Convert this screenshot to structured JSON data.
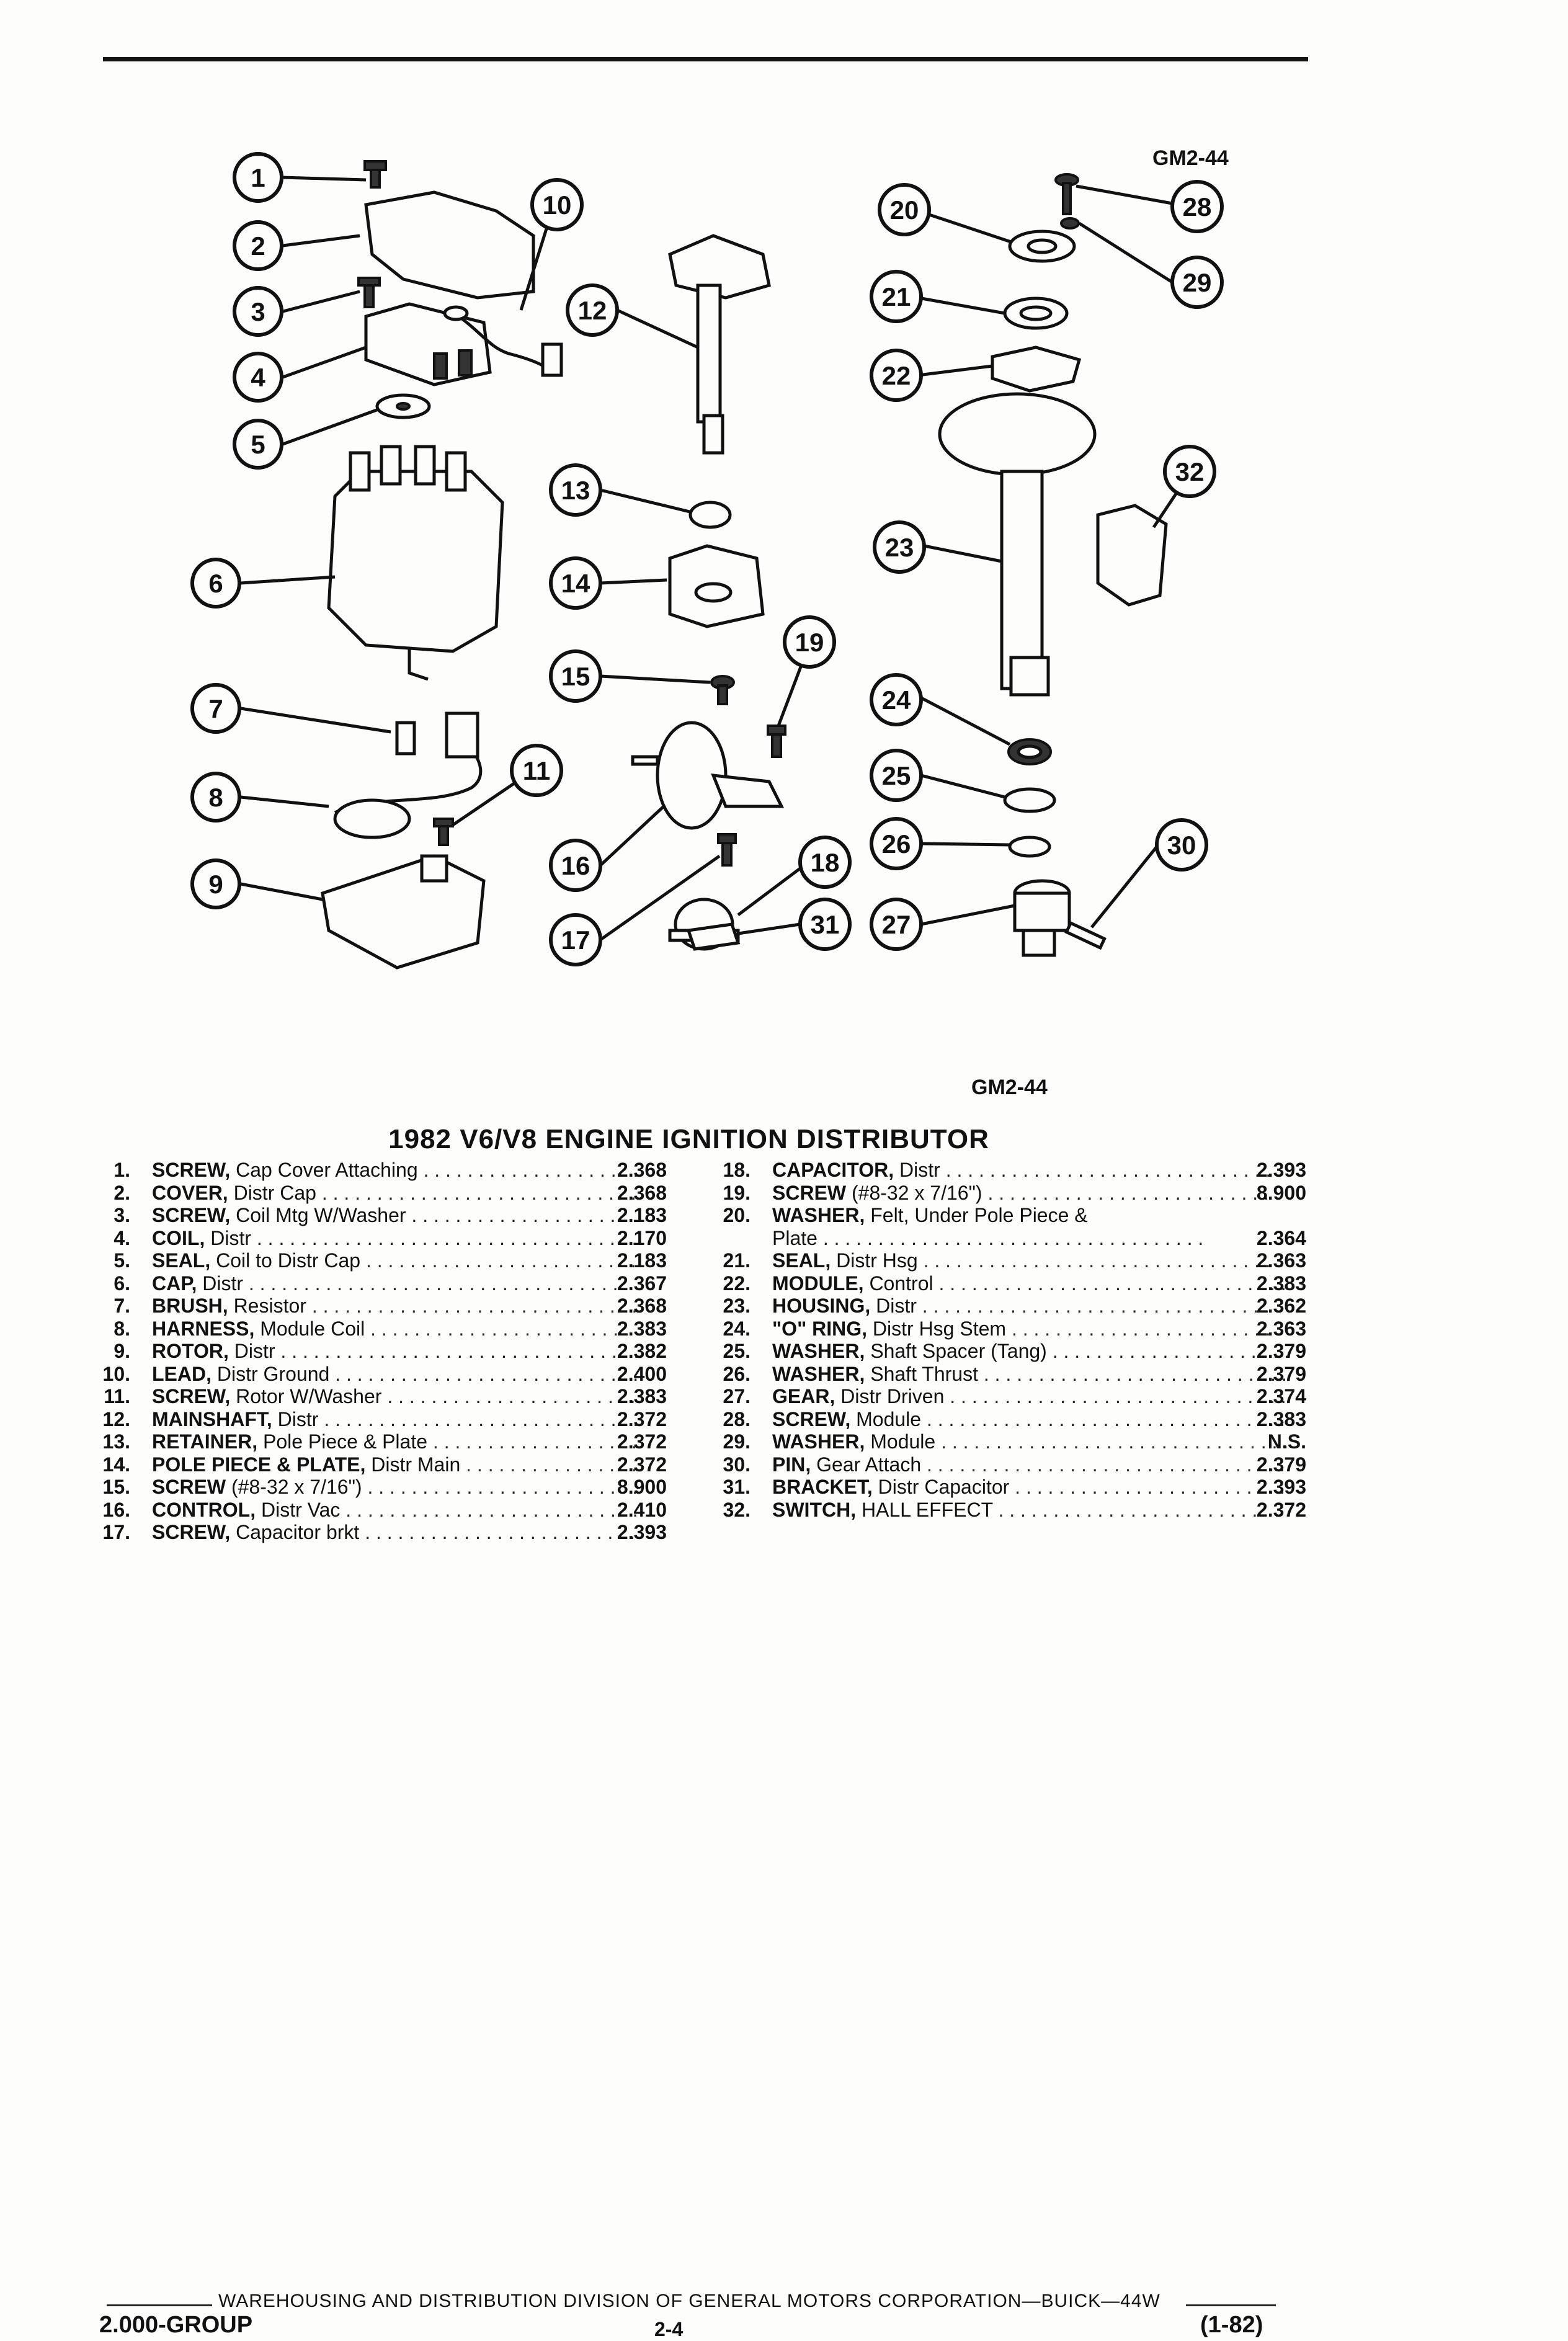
{
  "diagram_code_top": "GM2-44",
  "diagram_code_bottom": "GM2-44",
  "title": "1982 V6/V8 ENGINE IGNITION DISTRIBUTOR",
  "callouts": [
    "1",
    "2",
    "3",
    "4",
    "5",
    "6",
    "7",
    "8",
    "9",
    "10",
    "11",
    "12",
    "13",
    "14",
    "15",
    "16",
    "17",
    "18",
    "19",
    "20",
    "21",
    "22",
    "23",
    "24",
    "25",
    "26",
    "27",
    "28",
    "29",
    "30",
    "31",
    "32"
  ],
  "parts_left": [
    {
      "num": "1.",
      "name": "SCREW,",
      "desc": "Cap Cover Attaching",
      "code": "2.368"
    },
    {
      "num": "2.",
      "name": "COVER,",
      "desc": "Distr Cap",
      "code": "2.368"
    },
    {
      "num": "3.",
      "name": "SCREW,",
      "desc": "Coil Mtg W/Washer",
      "code": "2.183"
    },
    {
      "num": "4.",
      "name": "COIL,",
      "desc": "Distr",
      "code": "2.170"
    },
    {
      "num": "5.",
      "name": "SEAL,",
      "desc": "Coil to Distr Cap",
      "code": "2.183"
    },
    {
      "num": "6.",
      "name": "CAP,",
      "desc": "Distr",
      "code": "2.367"
    },
    {
      "num": "7.",
      "name": "BRUSH,",
      "desc": "Resistor",
      "code": "2.368"
    },
    {
      "num": "8.",
      "name": "HARNESS,",
      "desc": "Module Coil",
      "code": "2.383"
    },
    {
      "num": "9.",
      "name": "ROTOR,",
      "desc": "Distr",
      "code": "2.382"
    },
    {
      "num": "10.",
      "name": "LEAD,",
      "desc": "Distr Ground",
      "code": "2.400"
    },
    {
      "num": "11.",
      "name": "SCREW,",
      "desc": "Rotor W/Washer",
      "code": "2.383"
    },
    {
      "num": "12.",
      "name": "MAINSHAFT,",
      "desc": "Distr",
      "code": "2.372"
    },
    {
      "num": "13.",
      "name": "RETAINER,",
      "desc": "Pole Piece & Plate",
      "code": "2.372"
    },
    {
      "num": "14.",
      "name": "POLE PIECE & PLATE,",
      "desc": "Distr Main",
      "code": "2.372"
    },
    {
      "num": "15.",
      "name": "SCREW",
      "desc": "(#8-32 x 7/16\")",
      "code": "8.900"
    },
    {
      "num": "16.",
      "name": "CONTROL,",
      "desc": "Distr Vac",
      "code": "2.410"
    },
    {
      "num": "17.",
      "name": "SCREW,",
      "desc": "Capacitor brkt",
      "code": "2.393"
    }
  ],
  "parts_right": [
    {
      "num": "18.",
      "name": "CAPACITOR,",
      "desc": "Distr",
      "code": "2.393"
    },
    {
      "num": "19.",
      "name": "SCREW",
      "desc": "(#8-32 x 7/16\")",
      "code": "8.900"
    },
    {
      "num": "20.",
      "name": "WASHER,",
      "desc": "Felt, Under Pole Piece &",
      "code": ""
    },
    {
      "num": "",
      "name": "",
      "desc": "Plate",
      "code": "2.364"
    },
    {
      "num": "21.",
      "name": "SEAL,",
      "desc": "Distr Hsg",
      "code": "2.363"
    },
    {
      "num": "22.",
      "name": "MODULE,",
      "desc": "Control",
      "code": "2.383"
    },
    {
      "num": "23.",
      "name": "HOUSING,",
      "desc": "Distr",
      "code": "2.362"
    },
    {
      "num": "24.",
      "name": "\"O\" RING,",
      "desc": "Distr Hsg Stem",
      "code": "2.363"
    },
    {
      "num": "25.",
      "name": "WASHER,",
      "desc": "Shaft Spacer (Tang)",
      "code": "2.379"
    },
    {
      "num": "26.",
      "name": "WASHER,",
      "desc": "Shaft Thrust",
      "code": "2.379"
    },
    {
      "num": "27.",
      "name": "GEAR,",
      "desc": "Distr Driven",
      "code": "2.374"
    },
    {
      "num": "28.",
      "name": "SCREW,",
      "desc": "Module",
      "code": "2.383"
    },
    {
      "num": "29.",
      "name": "WASHER,",
      "desc": "Module",
      "code": "N.S."
    },
    {
      "num": "30.",
      "name": "PIN,",
      "desc": "Gear Attach",
      "code": "2.379"
    },
    {
      "num": "31.",
      "name": "BRACKET,",
      "desc": "Distr Capacitor",
      "code": "2.393"
    },
    {
      "num": "32.",
      "name": "SWITCH,",
      "desc": "HALL EFFECT",
      "code": "2.372"
    }
  ],
  "footer": {
    "line": "WAREHOUSING AND DISTRIBUTION  DIVISION OF GENERAL MOTORS CORPORATION—BUICK—44W",
    "group": "2.000-GROUP",
    "page": "2-4",
    "date": "(1-82)"
  }
}
